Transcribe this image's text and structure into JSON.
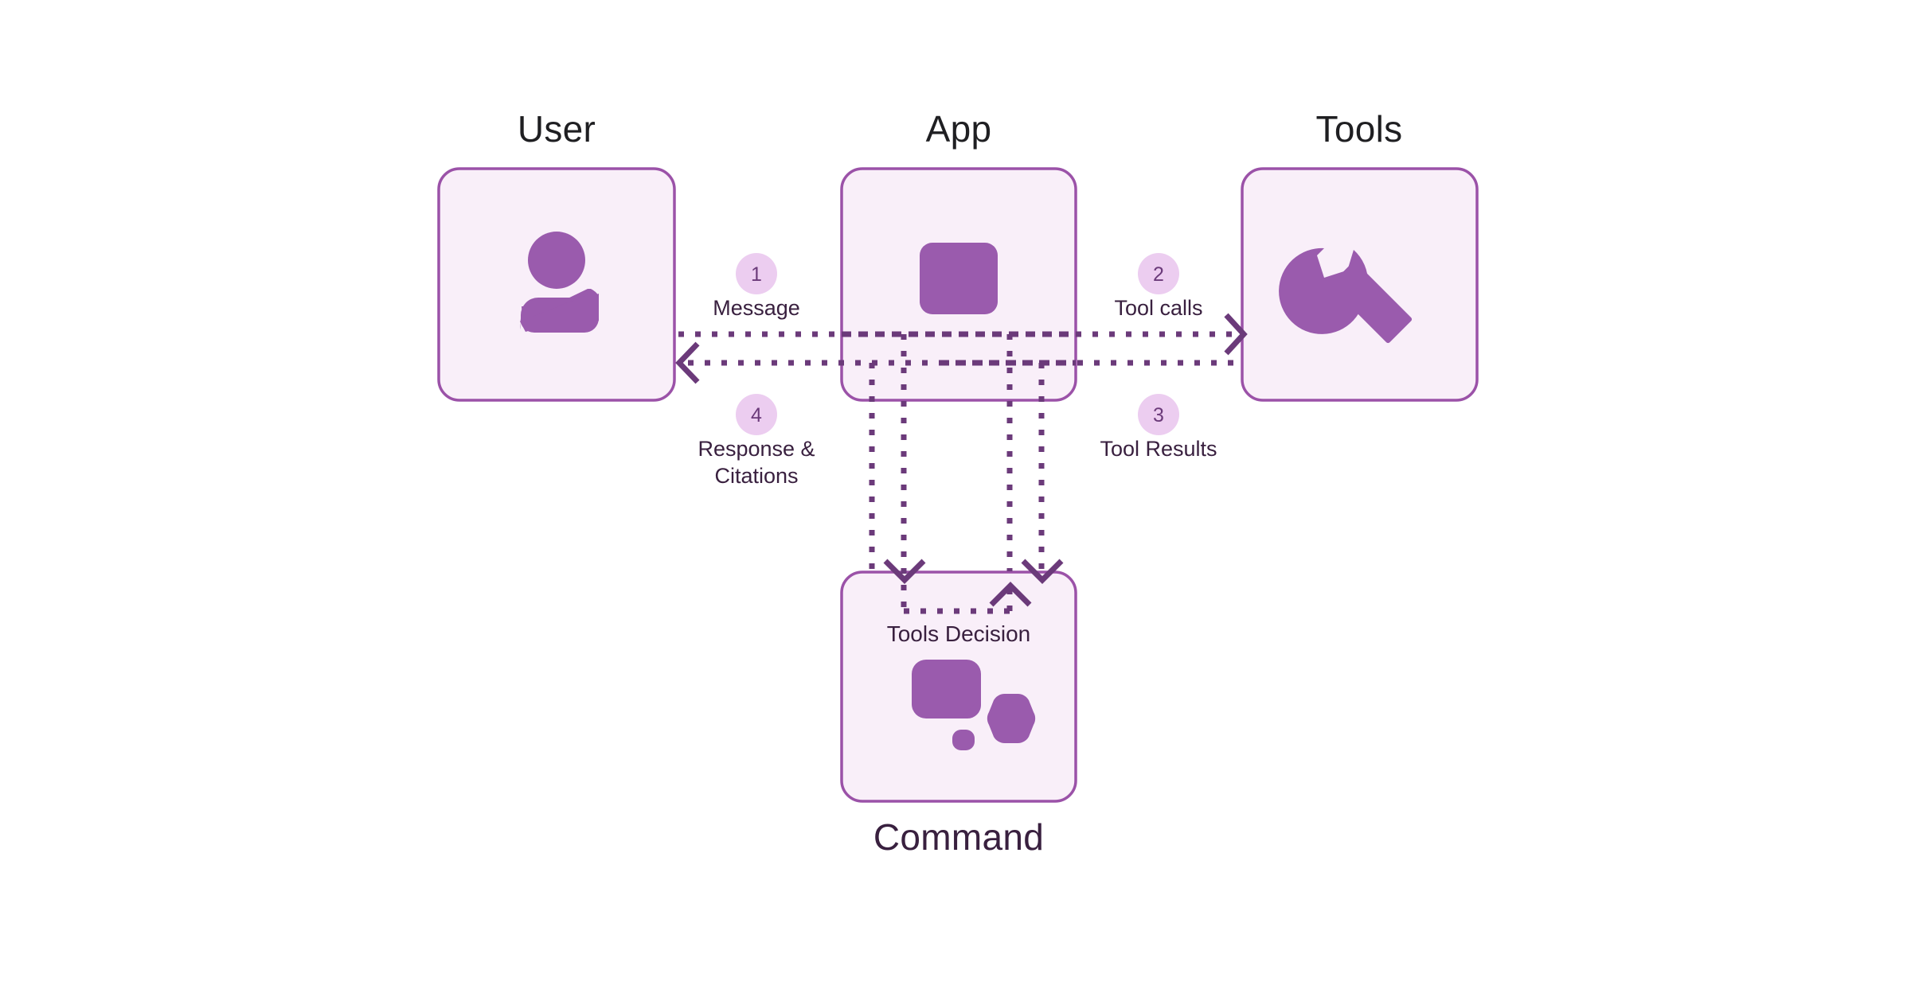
{
  "diagram": {
    "title_color_dark": "#1f1f22",
    "title_color_purple": "#39203f",
    "box_fill": "#f9eff9",
    "box_stroke": "#9b52a8",
    "icon_fill": "#9a5bad",
    "line_color": "#6b3a7a",
    "badge_fill": "#eccdf0",
    "badge_text_color": "#6b3a7a",
    "background": "#ffffff"
  },
  "nodes": {
    "user": {
      "title": "User",
      "icon": "user-icon"
    },
    "app": {
      "title": "App",
      "icon": "app-square-icon"
    },
    "tools": {
      "title": "Tools",
      "icon": "wrench-icon"
    },
    "command": {
      "title": "Command",
      "icon": "command-logo-icon",
      "inner_label": "Tools Decision"
    }
  },
  "steps": [
    {
      "number": "1",
      "label": "Message",
      "label2": ""
    },
    {
      "number": "2",
      "label": "Tool calls",
      "label2": ""
    },
    {
      "number": "3",
      "label": "Tool Results",
      "label2": ""
    },
    {
      "number": "4",
      "label": "Response &",
      "label2": "Citations"
    }
  ]
}
